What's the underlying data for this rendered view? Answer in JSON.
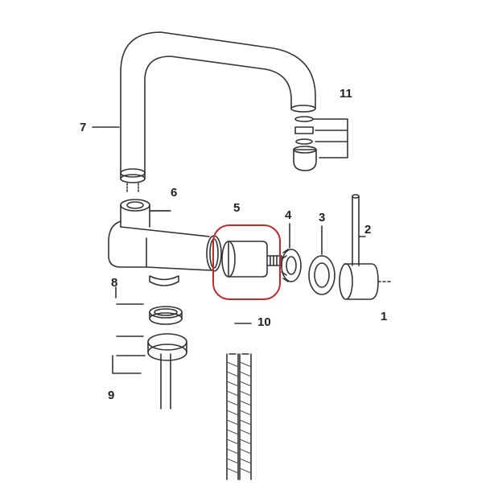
{
  "diagram": {
    "labels": {
      "p1": "1",
      "p2": "2",
      "p3": "3",
      "p4": "4",
      "p5": "5",
      "p6": "6",
      "p7": "7",
      "p8": "8",
      "p9": "9",
      "p10": "10",
      "p11": "11"
    },
    "highlight_color": "#c62828",
    "line_color": "#333333"
  }
}
